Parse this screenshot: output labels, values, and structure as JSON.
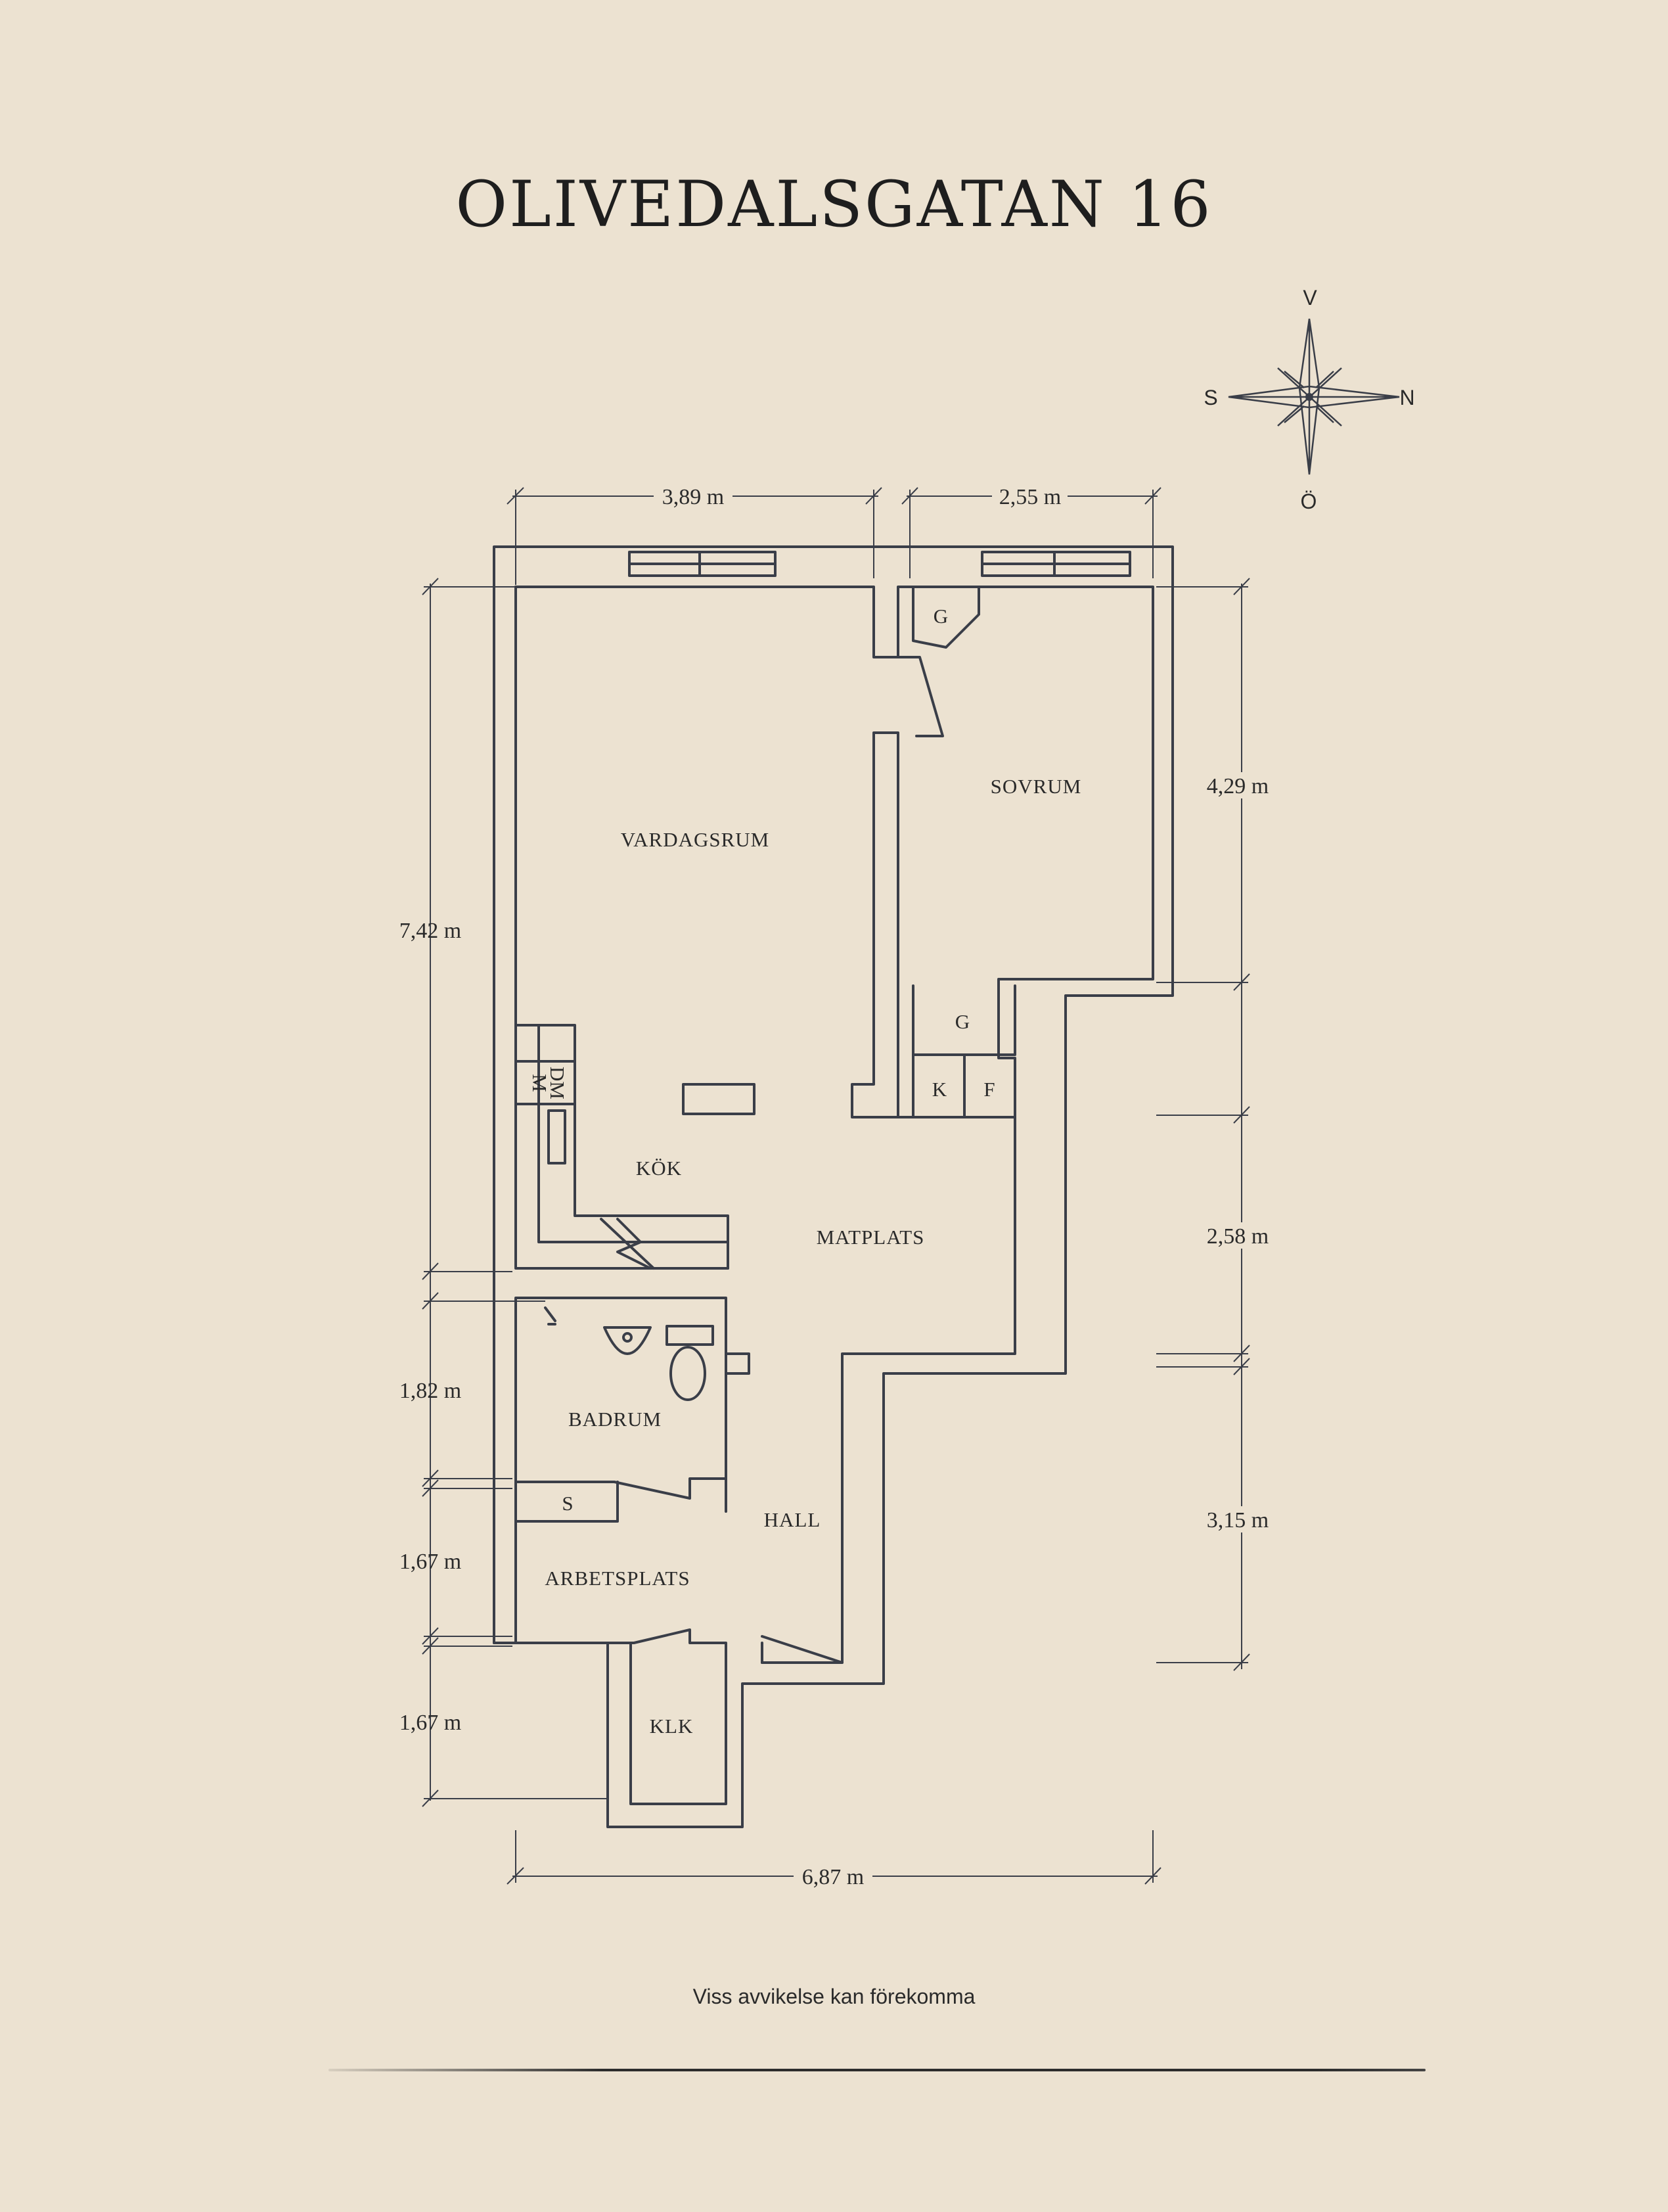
{
  "title": "OLIVEDALSGATAN 16",
  "disclaimer": "Viss avvikelse kan förekomma",
  "compass": {
    "top": "V",
    "left": "S",
    "right": "N",
    "bottom": "Ö"
  },
  "rooms": {
    "vardagsrum": "VARDAGSRUM",
    "sovrum": "SOVRUM",
    "kok": "KÖK",
    "matplats": "MATPLATS",
    "badrum": "BADRUM",
    "hall": "HALL",
    "arbetsplats": "ARBETSPLATS",
    "klk": "KLK"
  },
  "fixtures": {
    "g_top": "G",
    "g_bottom": "G",
    "k": "K",
    "f": "F",
    "m": "M",
    "dm": "DM",
    "s": "S"
  },
  "dimensions": {
    "top_left": "3,89 m",
    "top_right": "2,55 m",
    "bottom": "6,87 m",
    "left_1": "7,42 m",
    "left_2": "1,82 m",
    "left_3": "1,67 m",
    "left_4": "1,67 m",
    "right_1": "4,29 m",
    "right_2": "2,58 m",
    "right_3": "3,15 m"
  },
  "colors": {
    "background": "#ece2d1",
    "ink": "#3a3e48"
  }
}
